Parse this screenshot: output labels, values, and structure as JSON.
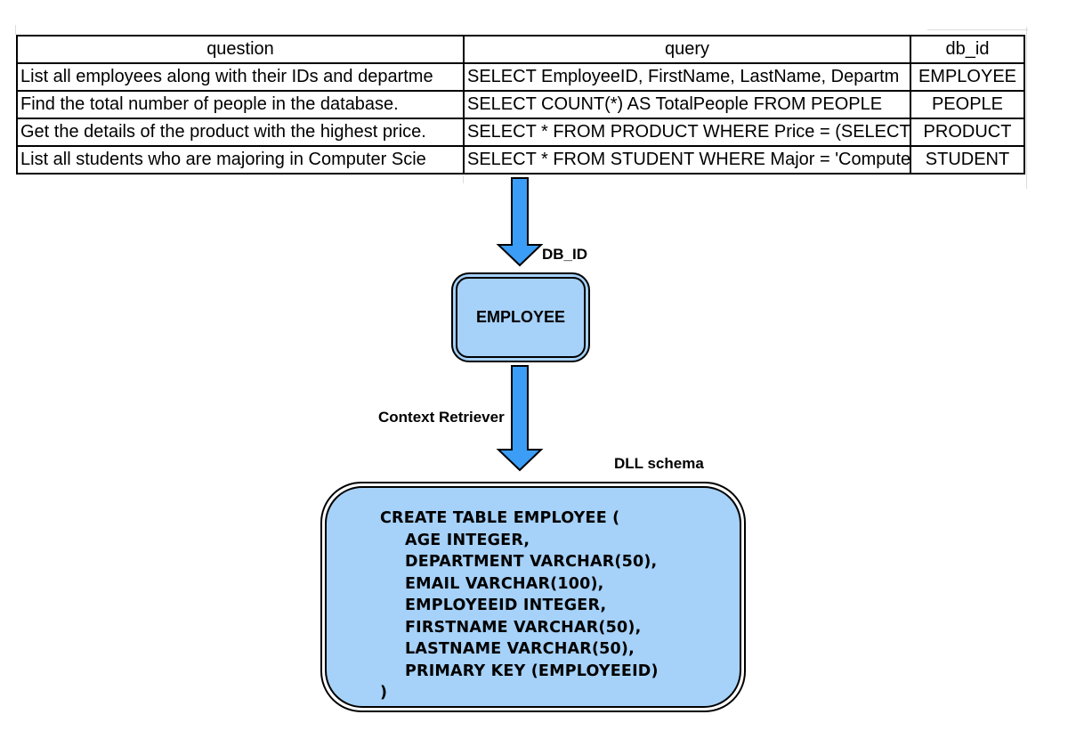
{
  "table": {
    "headers": {
      "question": "question",
      "query": "query",
      "db_id": "db_id"
    },
    "rows": [
      {
        "question": "List all employees along with their IDs and departme",
        "query": "SELECT EmployeeID, FirstName, LastName, Departm",
        "db_id": "EMPLOYEE"
      },
      {
        "question": "Find the total number of people in the database.",
        "query": "SELECT COUNT(*) AS TotalPeople FROM PEOPLE",
        "db_id": "PEOPLE"
      },
      {
        "question": "Get the details of the product with the highest price.",
        "query": "SELECT * FROM PRODUCT WHERE Price = (SELECT",
        "db_id": "PRODUCT"
      },
      {
        "question": "List all students who are majoring in Computer Scie",
        "query": "SELECT * FROM STUDENT WHERE Major = 'Compute",
        "db_id": "STUDENT"
      }
    ]
  },
  "flow": {
    "arrow1_label": "DB_ID",
    "db_box_label": "EMPLOYEE",
    "arrow2_label": "Context Retriever",
    "schema_label": "DLL schema"
  },
  "schema_box": {
    "lines": [
      "CREATE TABLE EMPLOYEE (",
      "AGE INTEGER,",
      "DEPARTMENT VARCHAR(50),",
      "EMAIL VARCHAR(100),",
      "EMPLOYEEID INTEGER,",
      "FIRSTNAME VARCHAR(50),",
      "LASTNAME VARCHAR(50),",
      "PRIMARY KEY (EMPLOYEEID)",
      ")"
    ]
  },
  "colors": {
    "arrow_blue": "#3b9df5",
    "box_fill": "#a6d1f8",
    "line_black": "#000000"
  }
}
